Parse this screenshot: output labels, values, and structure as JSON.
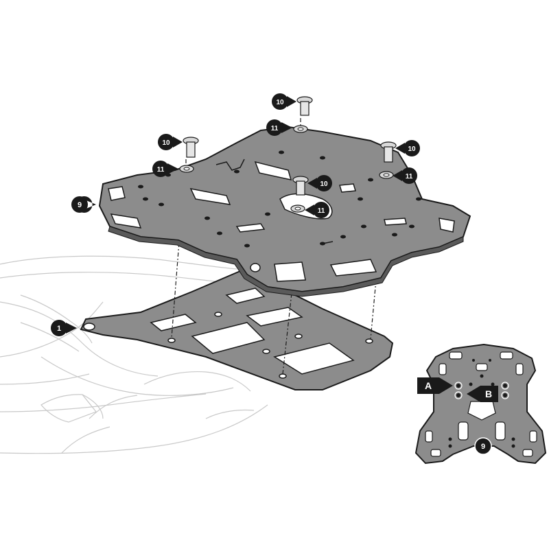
{
  "callouts": {
    "c9_main": "9",
    "c1_base": "1",
    "c10_top": "10",
    "c11_top": "11",
    "c10_left": "10",
    "c11_left": "11",
    "c10_right": "10",
    "c11_right": "11",
    "c10_center": "10",
    "c11_center": "11",
    "c9_inset": "9",
    "flag_a": "A",
    "flag_b": "B"
  },
  "colors": {
    "plate": "#8c8c8c",
    "plate_outline": "#1a1a1a",
    "callout_fill": "#1a1a1a",
    "callout_text": "#ffffff",
    "sketch_line": "#c8c8c8"
  }
}
